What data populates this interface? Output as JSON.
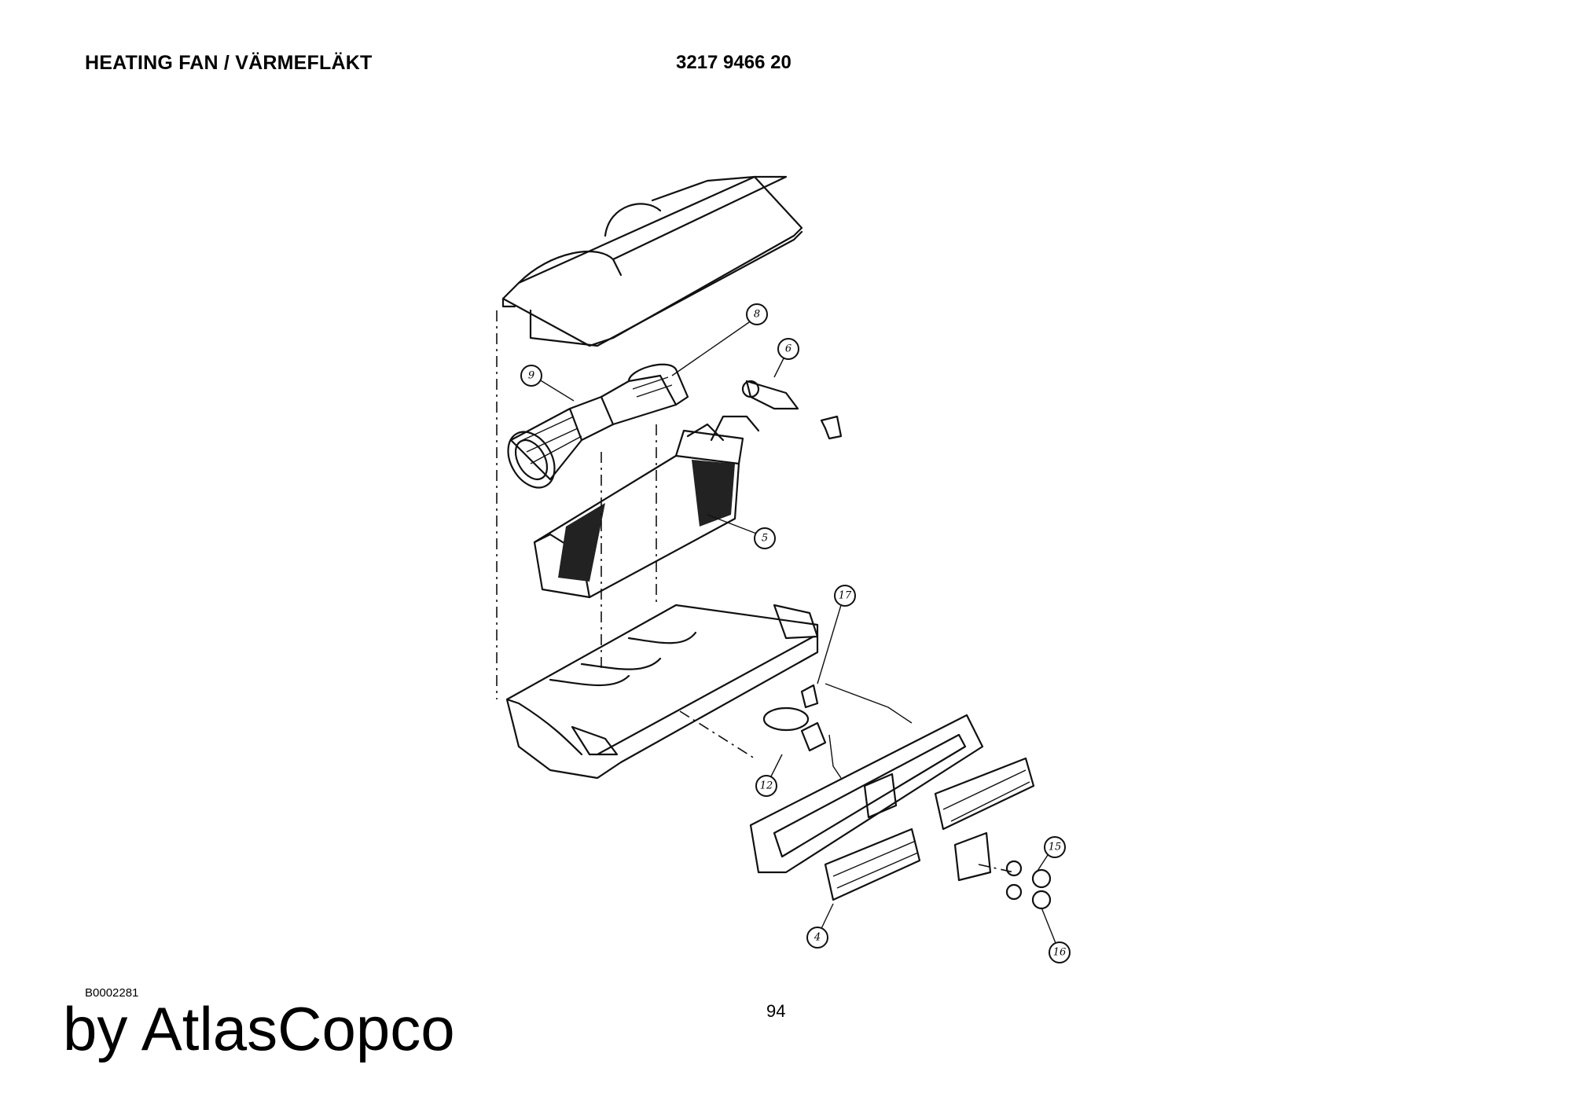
{
  "header": {
    "title": "HEATING FAN / VÄRMEFLÄKT",
    "part_number": "3217 9466 20"
  },
  "footer": {
    "drawing_id": "B0002281",
    "page_number": "94",
    "publisher": "by AtlasCopco"
  },
  "diagram": {
    "callouts": [
      "8",
      "9",
      "6",
      "5",
      "17",
      "12",
      "15",
      "16",
      "4"
    ]
  }
}
